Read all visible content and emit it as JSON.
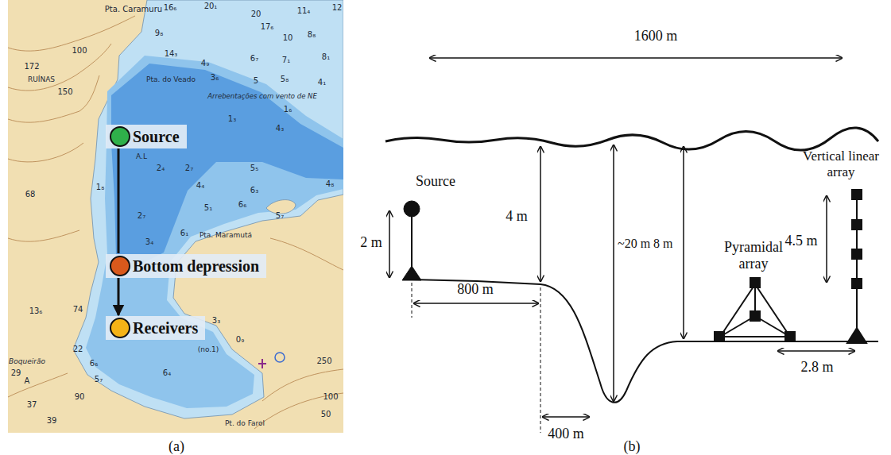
{
  "diagram": {
    "nodes": [
      {
        "text": [
          "Source"
        ]
      },
      {
        "text": [
          "Bottom depression"
        ]
      },
      {
        "text": [
          "Receivers"
        ]
      }
    ],
    "edges": [
      {
        "from": 0,
        "to": 1,
        "arrow": "none"
      },
      {
        "from": 1,
        "to": 2,
        "arrow": "to"
      }
    ],
    "labels": [
      "Pta. Caramuru",
      "16₆",
      "20₁",
      "20",
      "11₄",
      "12",
      "9₈",
      "17₆",
      "10",
      "8₈",
      "14₃",
      "4₉",
      "6₇",
      "7₁",
      "8₁",
      "172",
      "RUÍNAS",
      "150",
      "100",
      "Pta. do Veado",
      "3₆",
      "5",
      "5₈",
      "4₁",
      "Arrebentações com vento de NE",
      "1₆",
      "1₃",
      "4₃",
      "2₄",
      "2₇",
      "A.L",
      "1₈",
      "4₄",
      "5₅",
      "6₃",
      "5₁",
      "6₆",
      "5₇",
      "4₈",
      "2₇",
      "Pta. Maramutá",
      "6₁",
      "3₄",
      "68",
      "13₆",
      "74",
      "22",
      "Boqueirão",
      "29",
      "A",
      "3₃",
      "(no.1)",
      "0₉",
      "6₆",
      "5₇",
      "6₄",
      "37",
      "39",
      "90",
      "Pt. do Farol",
      "250",
      "100",
      "50",
      "1600 m",
      "Source",
      "2 m",
      "4 m",
      "800 m",
      "~20 m",
      "8 m",
      "400 m",
      "Pyramidal array",
      "Vertical linear array",
      "4.5 m",
      "2.8 m",
      "(a)",
      "(b)"
    ]
  }
}
